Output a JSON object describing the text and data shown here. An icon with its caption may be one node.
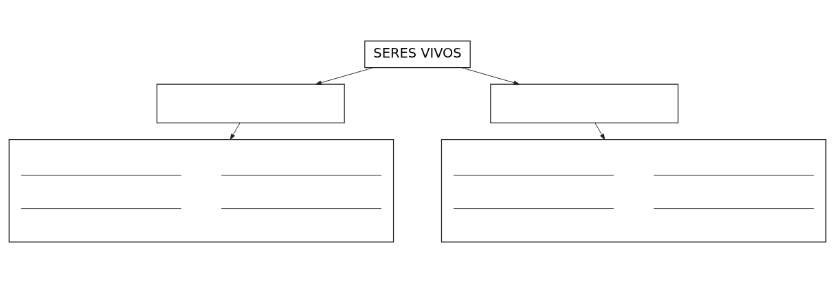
{
  "diagram": {
    "nodes": [
      {
        "text": [
          "SERES VIVOS"
        ]
      },
      {
        "text": [],
        "shape": "box"
      },
      {
        "text": [],
        "shape": "box"
      },
      {
        "text": [],
        "shape": "box"
      },
      {
        "text": [],
        "shape": "box"
      }
    ],
    "edges": [
      {
        "from": 0,
        "to": 1,
        "arrow": "to"
      },
      {
        "from": 0,
        "to": 2,
        "arrow": "to"
      },
      {
        "from": 1,
        "to": 3,
        "arrow": "to"
      },
      {
        "from": 2,
        "to": 4,
        "arrow": "to"
      }
    ]
  }
}
